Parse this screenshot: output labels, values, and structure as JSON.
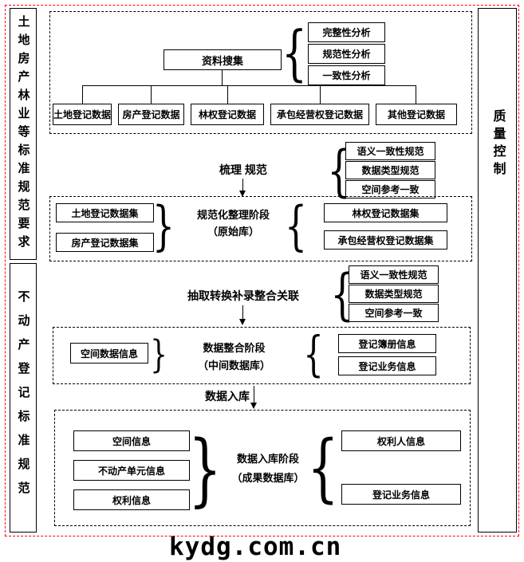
{
  "sidebar": {
    "left_top": "土地房产林业等标准规范要求",
    "left_bottom": "不动产登记标准规范",
    "right": "质量控制"
  },
  "collection": {
    "title": "资料搜集",
    "analyses": [
      "完整性分析",
      "规范性分析",
      "一致性分析"
    ],
    "sources": [
      "土地登记数据",
      "房产登记数据",
      "林权登记数据",
      "承包经营权登记数据",
      "其他登记数据"
    ]
  },
  "step1": {
    "label": "梳理 规范",
    "specs": [
      "语义一致性规范",
      "数据类型规范",
      "空间参考一致"
    ]
  },
  "stage1": {
    "left": [
      "土地登记数据集",
      "房产登记数据集"
    ],
    "title": "规范化整理阶段",
    "subtitle": "（原始库）",
    "right": [
      "林权登记数据集",
      "承包经营权登记数据集"
    ]
  },
  "step2": {
    "label": "抽取转换补录整合关联",
    "specs": [
      "语义一致性规范",
      "数据类型规范",
      "空间参考一致"
    ]
  },
  "stage2": {
    "left": [
      "空间数据信息"
    ],
    "title": "数据整合阶段",
    "subtitle": "（中间数据库）",
    "right": [
      "登记簿册信息",
      "登记业务信息"
    ]
  },
  "step3": {
    "label": "数据入库"
  },
  "stage3": {
    "left": [
      "空间信息",
      "不动产单元信息",
      "权利信息"
    ],
    "title": "数据入库阶段",
    "subtitle": "（成果数据库）",
    "right": [
      "权利人信息",
      "登记业务信息"
    ]
  },
  "watermark": "kydg.com.cn"
}
